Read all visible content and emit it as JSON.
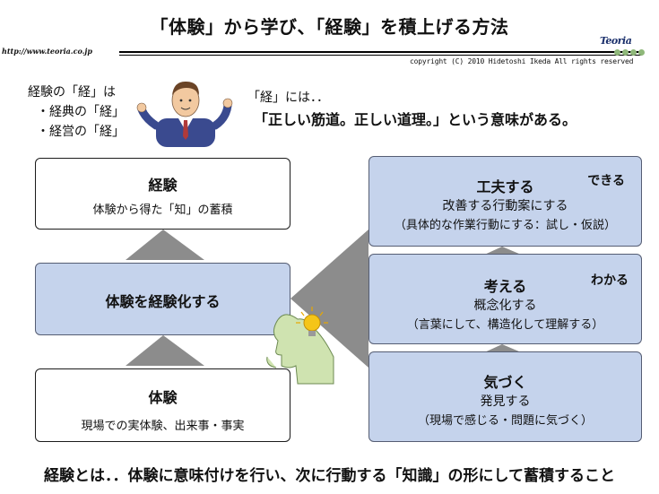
{
  "title": "「体験」から学び、「経験」を積上げる方法",
  "url": "http://www.teoria.co.jp",
  "copyright": "copyright (C) 2010 Hidetoshi Ikeda All rights reserved",
  "logo_text": "Teoria",
  "intro": {
    "left_line1": "経験の「経」は",
    "left_item1": "・経典の「経」",
    "left_item2": "・経営の「経」",
    "right_line1": "「経」には．．",
    "right_line2": "「正しい筋道。正しい道理。」という意味がある。"
  },
  "left_boxes": {
    "keiken": {
      "title": "経験",
      "sub": "体験から得た「知」の蓄積"
    },
    "keikenka": {
      "title": "体験を経験化する"
    },
    "taiken": {
      "title": "体験",
      "sub": "現場での実体験、出来事・事実"
    }
  },
  "right_boxes": {
    "kufu": {
      "title": "工夫する",
      "sub1": "改善する行動案にする",
      "sub2": "（具体的な作業行動にする：試し・仮説）",
      "corner": "できる"
    },
    "kangaeru": {
      "title": "考える",
      "sub1": "概念化する",
      "sub2": "（言葉にして、構造化して理解する）",
      "corner": "わかる"
    },
    "kizuku": {
      "title": "気づく",
      "sub1": "発見する",
      "sub2": "（現場で感じる・問題に気づく）"
    }
  },
  "bottom": "経験とは．．体験に意味付けを行い、次に行動する「知識」の形にして蓄積すること",
  "colors": {
    "box_blue": "#c5d3ec",
    "arrow_gray": "#8c8c8c",
    "accent_navy": "#1a2f6b",
    "bulb_yellow": "#f5c518"
  }
}
